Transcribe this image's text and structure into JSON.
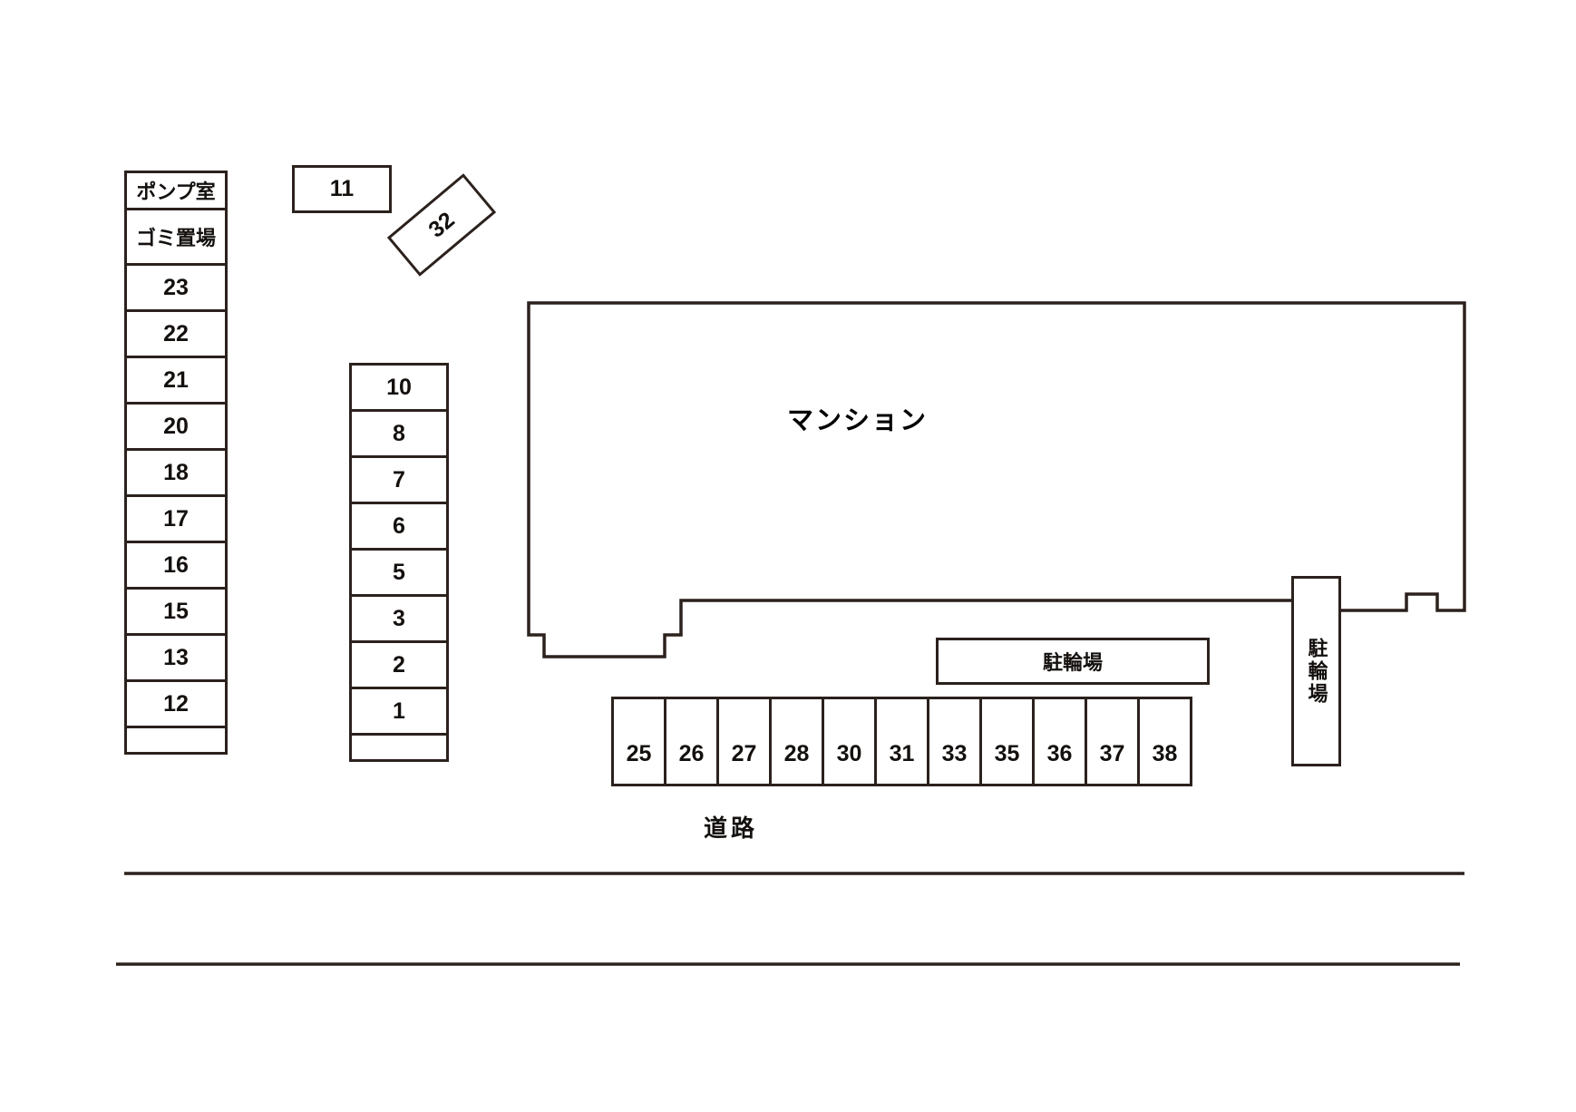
{
  "site": {
    "building_label": "マンション",
    "road_label": "道路"
  },
  "left_column": {
    "name": "left-parking-column",
    "cells": [
      {
        "label": "ポンプ室",
        "type": "facility",
        "height": 44
      },
      {
        "label": "ゴミ置場",
        "type": "facility",
        "height": 64
      },
      {
        "label": "23",
        "type": "stall",
        "height": 54
      },
      {
        "label": "22",
        "type": "stall",
        "height": 54
      },
      {
        "label": "21",
        "type": "stall",
        "height": 54
      },
      {
        "label": "20",
        "type": "stall",
        "height": 54
      },
      {
        "label": "18",
        "type": "stall",
        "height": 54
      },
      {
        "label": "17",
        "type": "stall",
        "height": 54
      },
      {
        "label": "16",
        "type": "stall",
        "height": 54
      },
      {
        "label": "15",
        "type": "stall",
        "height": 54
      },
      {
        "label": "13",
        "type": "stall",
        "height": 54
      },
      {
        "label": "12",
        "type": "stall",
        "height": 54
      },
      {
        "label": "",
        "type": "stall-empty",
        "height": 32
      }
    ]
  },
  "middle_column": {
    "name": "middle-parking-column",
    "cells": [
      {
        "label": "10",
        "type": "stall",
        "height": 54
      },
      {
        "label": "8",
        "type": "stall",
        "height": 54
      },
      {
        "label": "7",
        "type": "stall",
        "height": 54
      },
      {
        "label": "6",
        "type": "stall",
        "height": 54
      },
      {
        "label": "5",
        "type": "stall",
        "height": 54
      },
      {
        "label": "3",
        "type": "stall",
        "height": 54
      },
      {
        "label": "2",
        "type": "stall",
        "height": 54
      },
      {
        "label": "1",
        "type": "stall",
        "height": 54
      },
      {
        "label": "",
        "type": "stall-empty",
        "height": 32
      }
    ]
  },
  "standalone_stalls": [
    {
      "label": "11",
      "name": "stall-11"
    },
    {
      "label": "32",
      "name": "stall-32"
    }
  ],
  "bottom_row": {
    "name": "bottom-parking-row",
    "cells": [
      {
        "label": "25"
      },
      {
        "label": "26"
      },
      {
        "label": "27"
      },
      {
        "label": "28"
      },
      {
        "label": "30"
      },
      {
        "label": "31"
      },
      {
        "label": "33"
      },
      {
        "label": "35"
      },
      {
        "label": "36"
      },
      {
        "label": "37"
      },
      {
        "label": "38"
      }
    ]
  },
  "bicycle_parking": {
    "horizontal_label": "駐輪場",
    "vertical_label": "駐輪場"
  },
  "colors": {
    "line": "#2b211d",
    "text": "#14100e",
    "background": "#ffffff"
  }
}
